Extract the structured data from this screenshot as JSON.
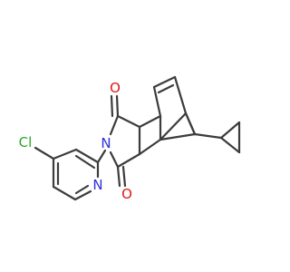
{
  "atoms": {
    "chlorine": {
      "label": "Cl",
      "color": "#2aa52a"
    },
    "pyridine_nitrogen": {
      "label": "N",
      "color": "#2f2fe0"
    },
    "imide_nitrogen": {
      "label": "N",
      "color": "#2f2fe0"
    },
    "oxygen_top": {
      "label": "O",
      "color": "#e01515"
    },
    "oxygen_bottom": {
      "label": "O",
      "color": "#e01515"
    }
  },
  "colors": {
    "bond": "#3c3c3c",
    "background": "#ffffff"
  }
}
